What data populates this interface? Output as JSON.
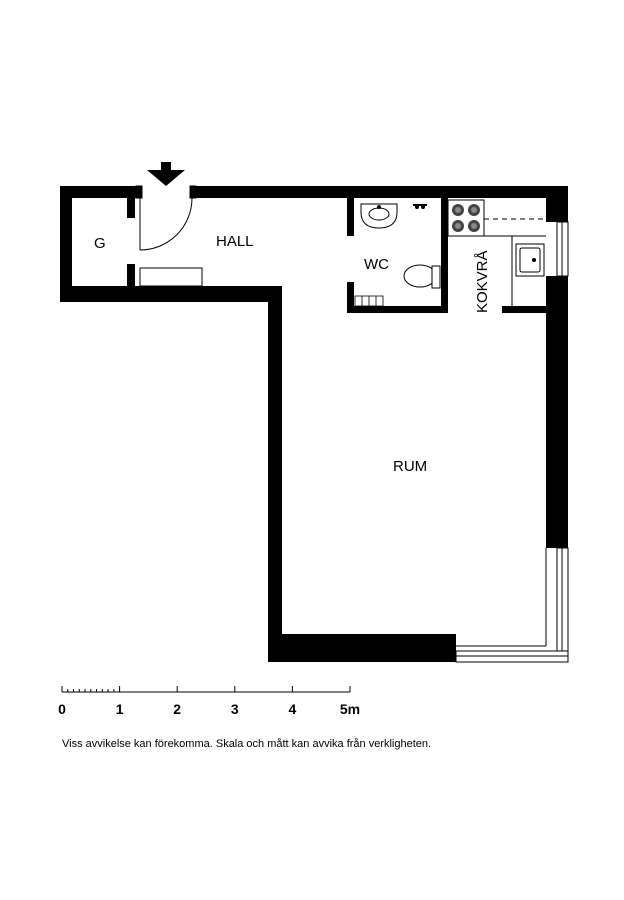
{
  "rooms": {
    "g": "G",
    "hall": "HALL",
    "wc": "WC",
    "kokvra": "KOKVRÅ",
    "rum": "RUM"
  },
  "scale": {
    "ticks": [
      "0",
      "1",
      "2",
      "3",
      "4",
      "5m"
    ]
  },
  "disclaimer": "Viss avvikelse kan förekomma. Skala och mått kan avvika från verkligheten."
}
